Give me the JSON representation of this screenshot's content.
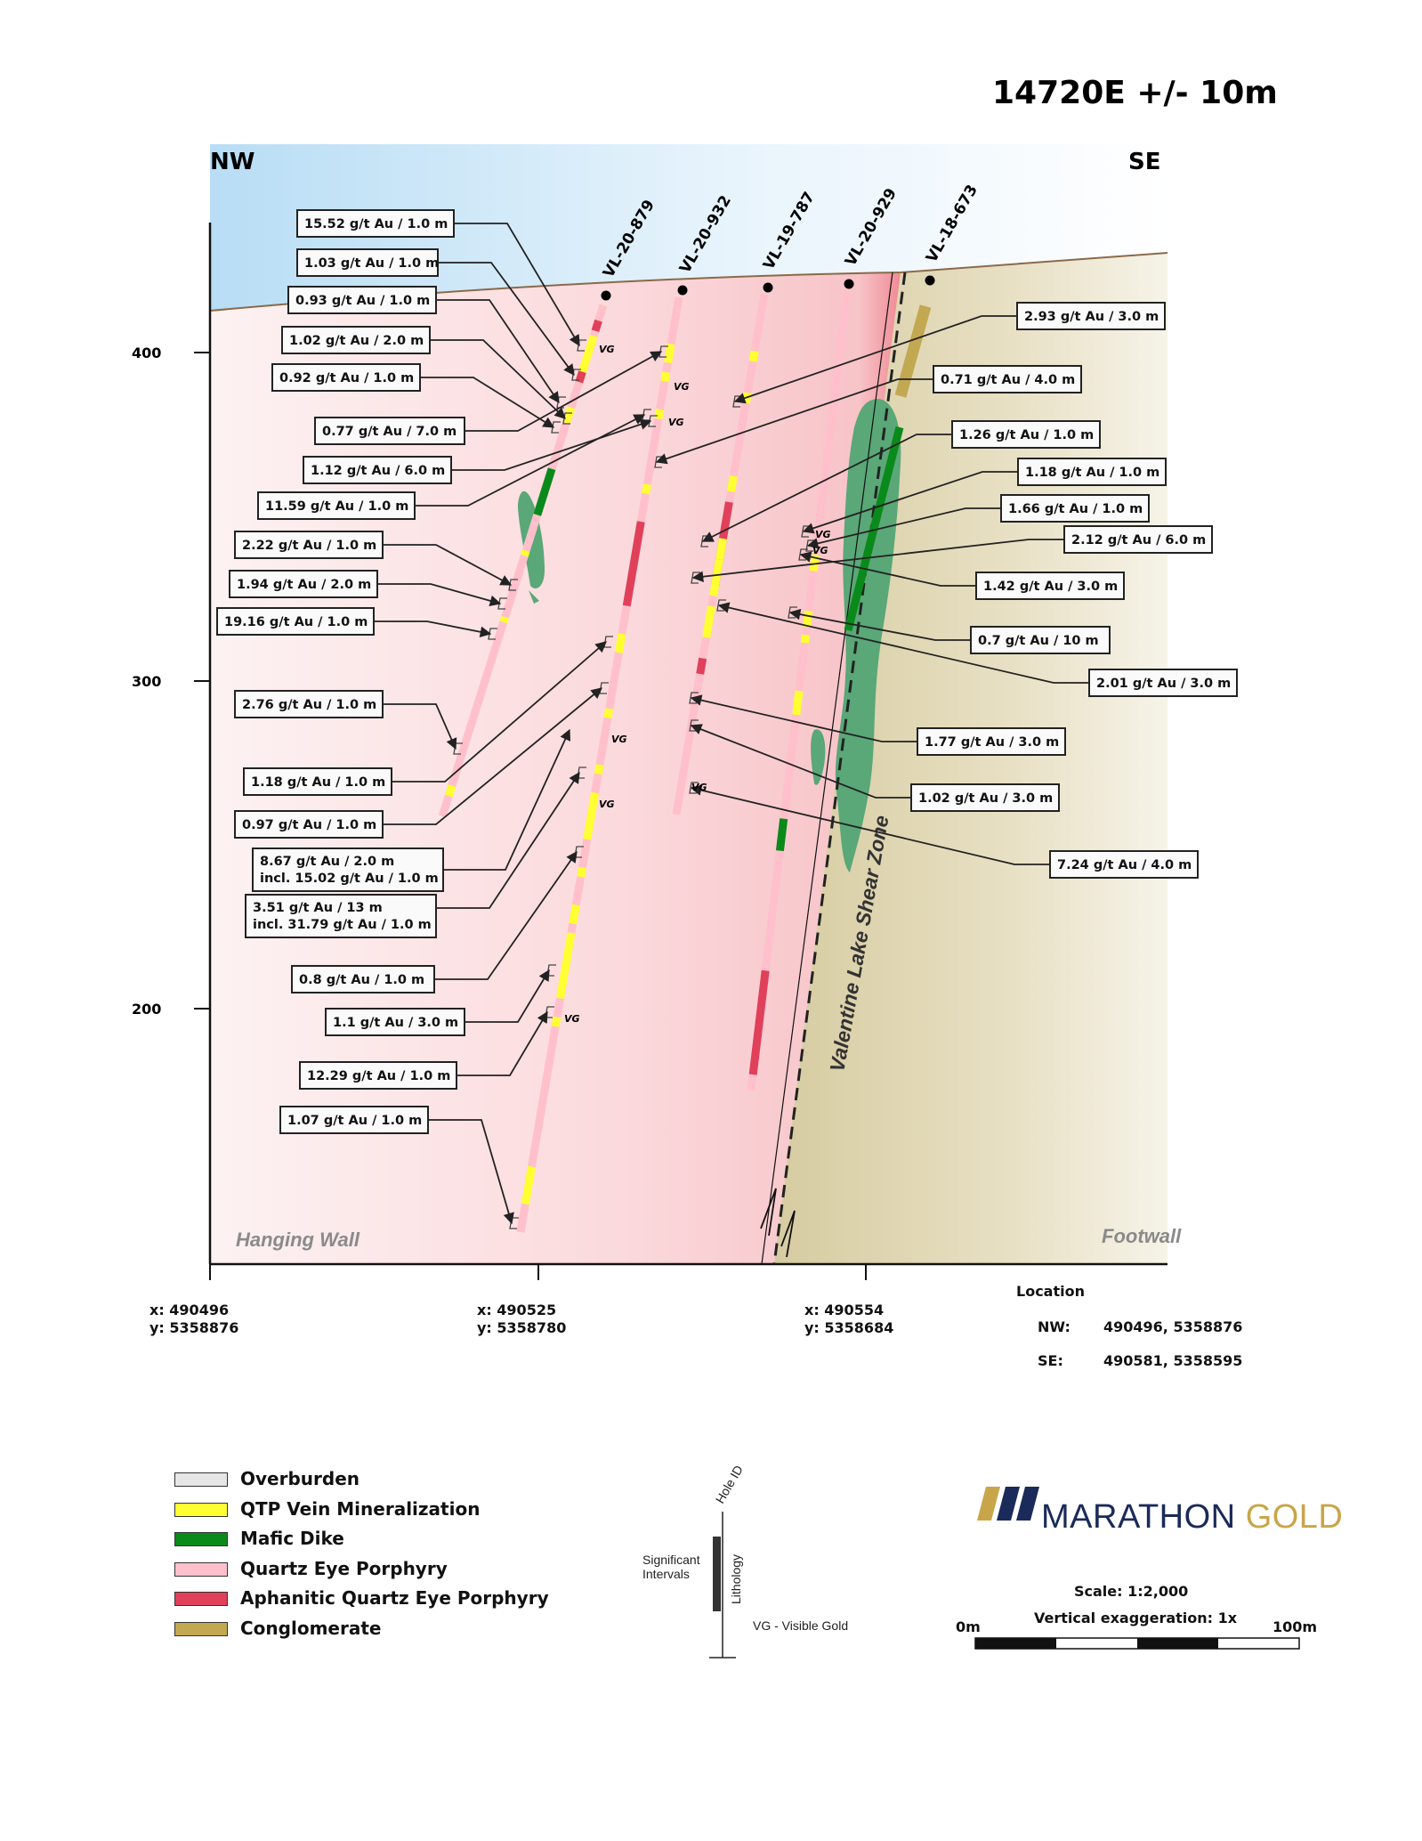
{
  "title": "14720E +/- 10m",
  "orientation": {
    "left": "NW",
    "right": "SE"
  },
  "y_axis_ticks": [
    "400",
    "300",
    "200"
  ],
  "x_axis_ticks": [
    {
      "x": "x: 490496",
      "y": "y: 5358876"
    },
    {
      "x": "x: 490525",
      "y": "y: 5358780"
    },
    {
      "x": "x: 490554",
      "y": "y: 5358684"
    }
  ],
  "location": {
    "title": "Location",
    "rows": [
      {
        "label": "NW:",
        "value": "490496, 5358876"
      },
      {
        "label": "SE:",
        "value": "490581, 5358595"
      }
    ]
  },
  "zones": {
    "hanging_wall": "Hanging Wall",
    "footwall": "Footwall",
    "shear_zone": "Valentine Lake Shear Zone"
  },
  "drill_holes": [
    "VL-20-879",
    "VL-20-932",
    "VL-19-787",
    "VL-20-929",
    "VL-18-673"
  ],
  "vg_label": "VG",
  "intervals": [
    "15.52 g/t Au / 1.0 m",
    "1.03 g/t Au / 1.0 m",
    "0.93 g/t Au / 1.0 m",
    "1.02 g/t Au / 2.0 m",
    "0.92 g/t Au / 1.0 m",
    "0.77 g/t Au / 7.0 m",
    "1.12 g/t Au / 6.0 m",
    "11.59 g/t Au / 1.0 m",
    "2.22 g/t Au / 1.0 m",
    "1.94 g/t Au / 2.0 m",
    "19.16 g/t Au / 1.0 m",
    "2.76 g/t Au / 1.0 m",
    "1.18 g/t Au / 1.0 m",
    "0.97 g/t Au / 1.0 m",
    "8.67 g/t Au / 2.0 m",
    "incl. 15.02 g/t Au / 1.0 m",
    "3.51 g/t Au / 13 m",
    "incl. 31.79 g/t Au / 1.0 m",
    "0.8 g/t Au / 1.0 m",
    "1.1 g/t Au / 3.0 m",
    "12.29 g/t Au / 1.0 m",
    "1.07 g/t Au / 1.0 m",
    "2.93 g/t Au / 3.0 m",
    "0.71 g/t Au / 4.0 m",
    "1.26 g/t Au / 1.0 m",
    "1.18 g/t Au / 1.0 m",
    "1.66 g/t Au / 1.0 m",
    "2.12 g/t Au / 6.0 m",
    "1.42 g/t Au / 3.0 m",
    "0.7 g/t Au / 10 m",
    "2.01 g/t Au / 3.0 m",
    "1.77 g/t Au / 3.0 m",
    "1.02 g/t Au / 3.0 m",
    "7.24 g/t Au / 4.0 m"
  ],
  "legend": [
    {
      "label": "Overburden",
      "color": "#e6e6e6"
    },
    {
      "label": "QTP Vein Mineralization",
      "color": "#ffff33"
    },
    {
      "label": "Mafic Dike",
      "color": "#0a8a1a"
    },
    {
      "label": "Quartz Eye Porphyry",
      "color": "#ffc0cb"
    },
    {
      "label": "Aphanitic Quartz Eye Porphyry",
      "color": "#e0405a"
    },
    {
      "label": "Conglomerate",
      "color": "#c3a852"
    }
  ],
  "key": {
    "hole_id": "Hole ID",
    "significant_intervals": "Significant Intervals",
    "lithology": "Lithology",
    "visible_gold": "VG - Visible Gold"
  },
  "scale": {
    "ratio": "Scale: 1:2,000",
    "exaggeration": "Vertical exaggeration: 1x",
    "start": "0m",
    "end": "100m"
  },
  "brand": {
    "word1": "MARATHON",
    "word2": "GOLD"
  },
  "colors": {
    "qep": "#ffc0cb",
    "qtp": "#ffff33",
    "aph": "#e0405a",
    "mafic": "#0a8a1a",
    "mafic_zone": "#5aa777",
    "conglomerate": "#c3a852",
    "overburden": "#e6e6e6"
  }
}
